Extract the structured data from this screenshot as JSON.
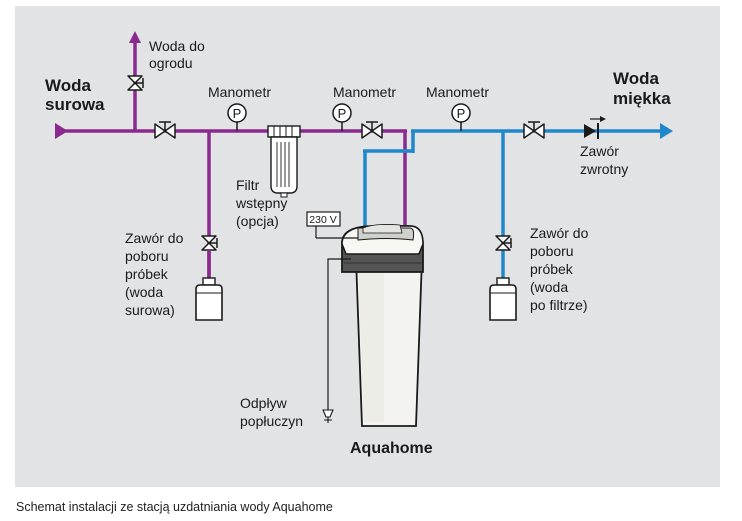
{
  "labels": {
    "raw_water": [
      "Woda",
      "surowa"
    ],
    "soft_water": [
      "Woda",
      "miękka"
    ],
    "garden_water": [
      "Woda do",
      "ogrodu"
    ],
    "manometer": "Manometr",
    "gauge_symbol": "P",
    "prefilter": [
      "Filtr",
      "wstępny",
      "(opcja)"
    ],
    "voltage": "230 V",
    "sample_valve_raw": [
      "Zawór do",
      "poboru",
      "próbek",
      "(woda",
      "surowa)"
    ],
    "sample_valve_filtered": [
      "Zawór do",
      "poboru",
      "próbek",
      "(woda",
      "po filtrze)"
    ],
    "check_valve": [
      "Zawór",
      "zwrotny"
    ],
    "drain": [
      "Odpływ",
      "popłuczyn"
    ],
    "product": "Aquahome"
  },
  "caption": "Schemat instalacji ze stacją uzdatniania wody Aquahome",
  "colors": {
    "raw_pipe": "#8b2a8e",
    "soft_pipe": "#1f87cb",
    "background": "#e2e3e5",
    "line": "#1a1a1a"
  },
  "icons": [
    "gate-valve-icon",
    "pressure-gauge-icon",
    "sample-bottle-icon",
    "check-valve-icon",
    "drain-funnel-icon",
    "filter-housing-icon",
    "softener-tank-icon"
  ]
}
